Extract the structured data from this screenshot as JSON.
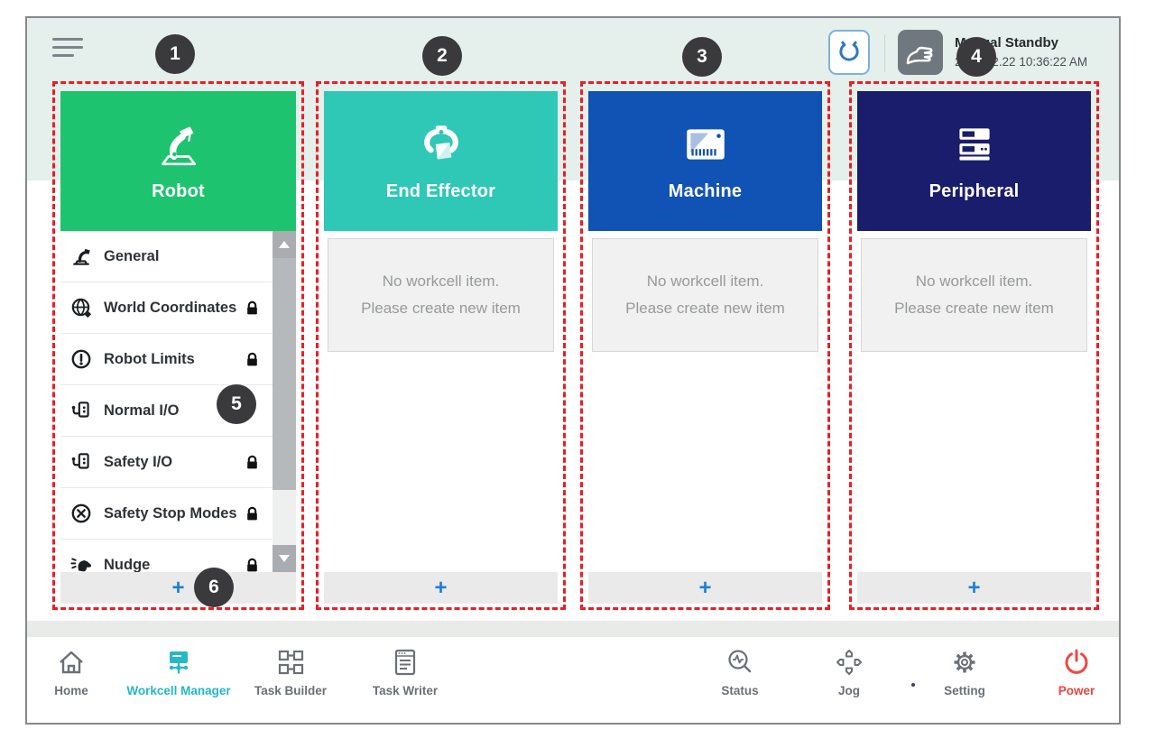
{
  "topbar": {
    "status_title": "Manual Standby",
    "status_time": "2022.12.22 10:36:22 AM"
  },
  "callouts": [
    "1",
    "2",
    "3",
    "4",
    "5",
    "6"
  ],
  "columns": [
    {
      "title": "Robot",
      "color": "#1ec36f",
      "add_label": "+",
      "items": [
        {
          "label": "General",
          "locked": false
        },
        {
          "label": "World Coordinates",
          "locked": true
        },
        {
          "label": "Robot Limits",
          "locked": true
        },
        {
          "label": "Normal I/O",
          "locked": false
        },
        {
          "label": "Safety I/O",
          "locked": true
        },
        {
          "label": "Safety Stop Modes",
          "locked": true
        },
        {
          "label": "Nudge",
          "locked": true
        }
      ]
    },
    {
      "title": "End Effector",
      "color": "#2fc7b6",
      "add_label": "+",
      "empty_line1": "No workcell item.",
      "empty_line2": "Please create new item"
    },
    {
      "title": "Machine",
      "color": "#1152b5",
      "add_label": "+",
      "empty_line1": "No workcell item.",
      "empty_line2": "Please create new item"
    },
    {
      "title": "Peripheral",
      "color": "#191d6b",
      "add_label": "+",
      "empty_line1": "No workcell item.",
      "empty_line2": "Please create new item"
    }
  ],
  "nav": {
    "home": "Home",
    "workcell_manager": "Workcell Manager",
    "task_builder": "Task Builder",
    "task_writer": "Task Writer",
    "status": "Status",
    "jog": "Jog",
    "setting": "Setting",
    "power": "Power"
  },
  "colors": {
    "accent_active": "#26b7c8",
    "power_red": "#e8463f",
    "callout_border_red": "#ee1c24",
    "add_blue": "#1d7fd4"
  }
}
